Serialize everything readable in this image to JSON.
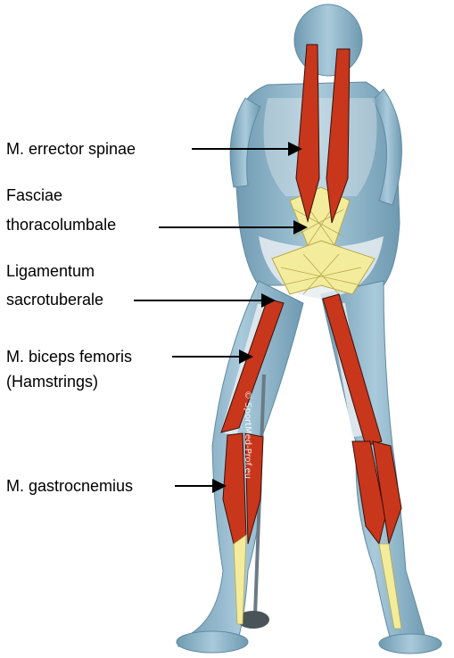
{
  "labels": {
    "erector_spinae": "M. errector spinae",
    "fasciae_line1": "Fasciae",
    "fasciae_line2": "thoracolumbale",
    "ligamentum_line1": "Ligamentum",
    "ligamentum_line2": "sacrotuberale",
    "biceps_line1": "M. biceps femoris",
    "biceps_line2": "(Hamstrings)",
    "gastrocnemius": "M. gastrocnemius"
  },
  "watermark": "© SportMed-Prof.eu",
  "colors": {
    "body": "#8fb7cc",
    "bone": "#e8eef2",
    "muscle": "#c8361c",
    "fascia": "#f3ec9c",
    "arrow": "#000000"
  }
}
